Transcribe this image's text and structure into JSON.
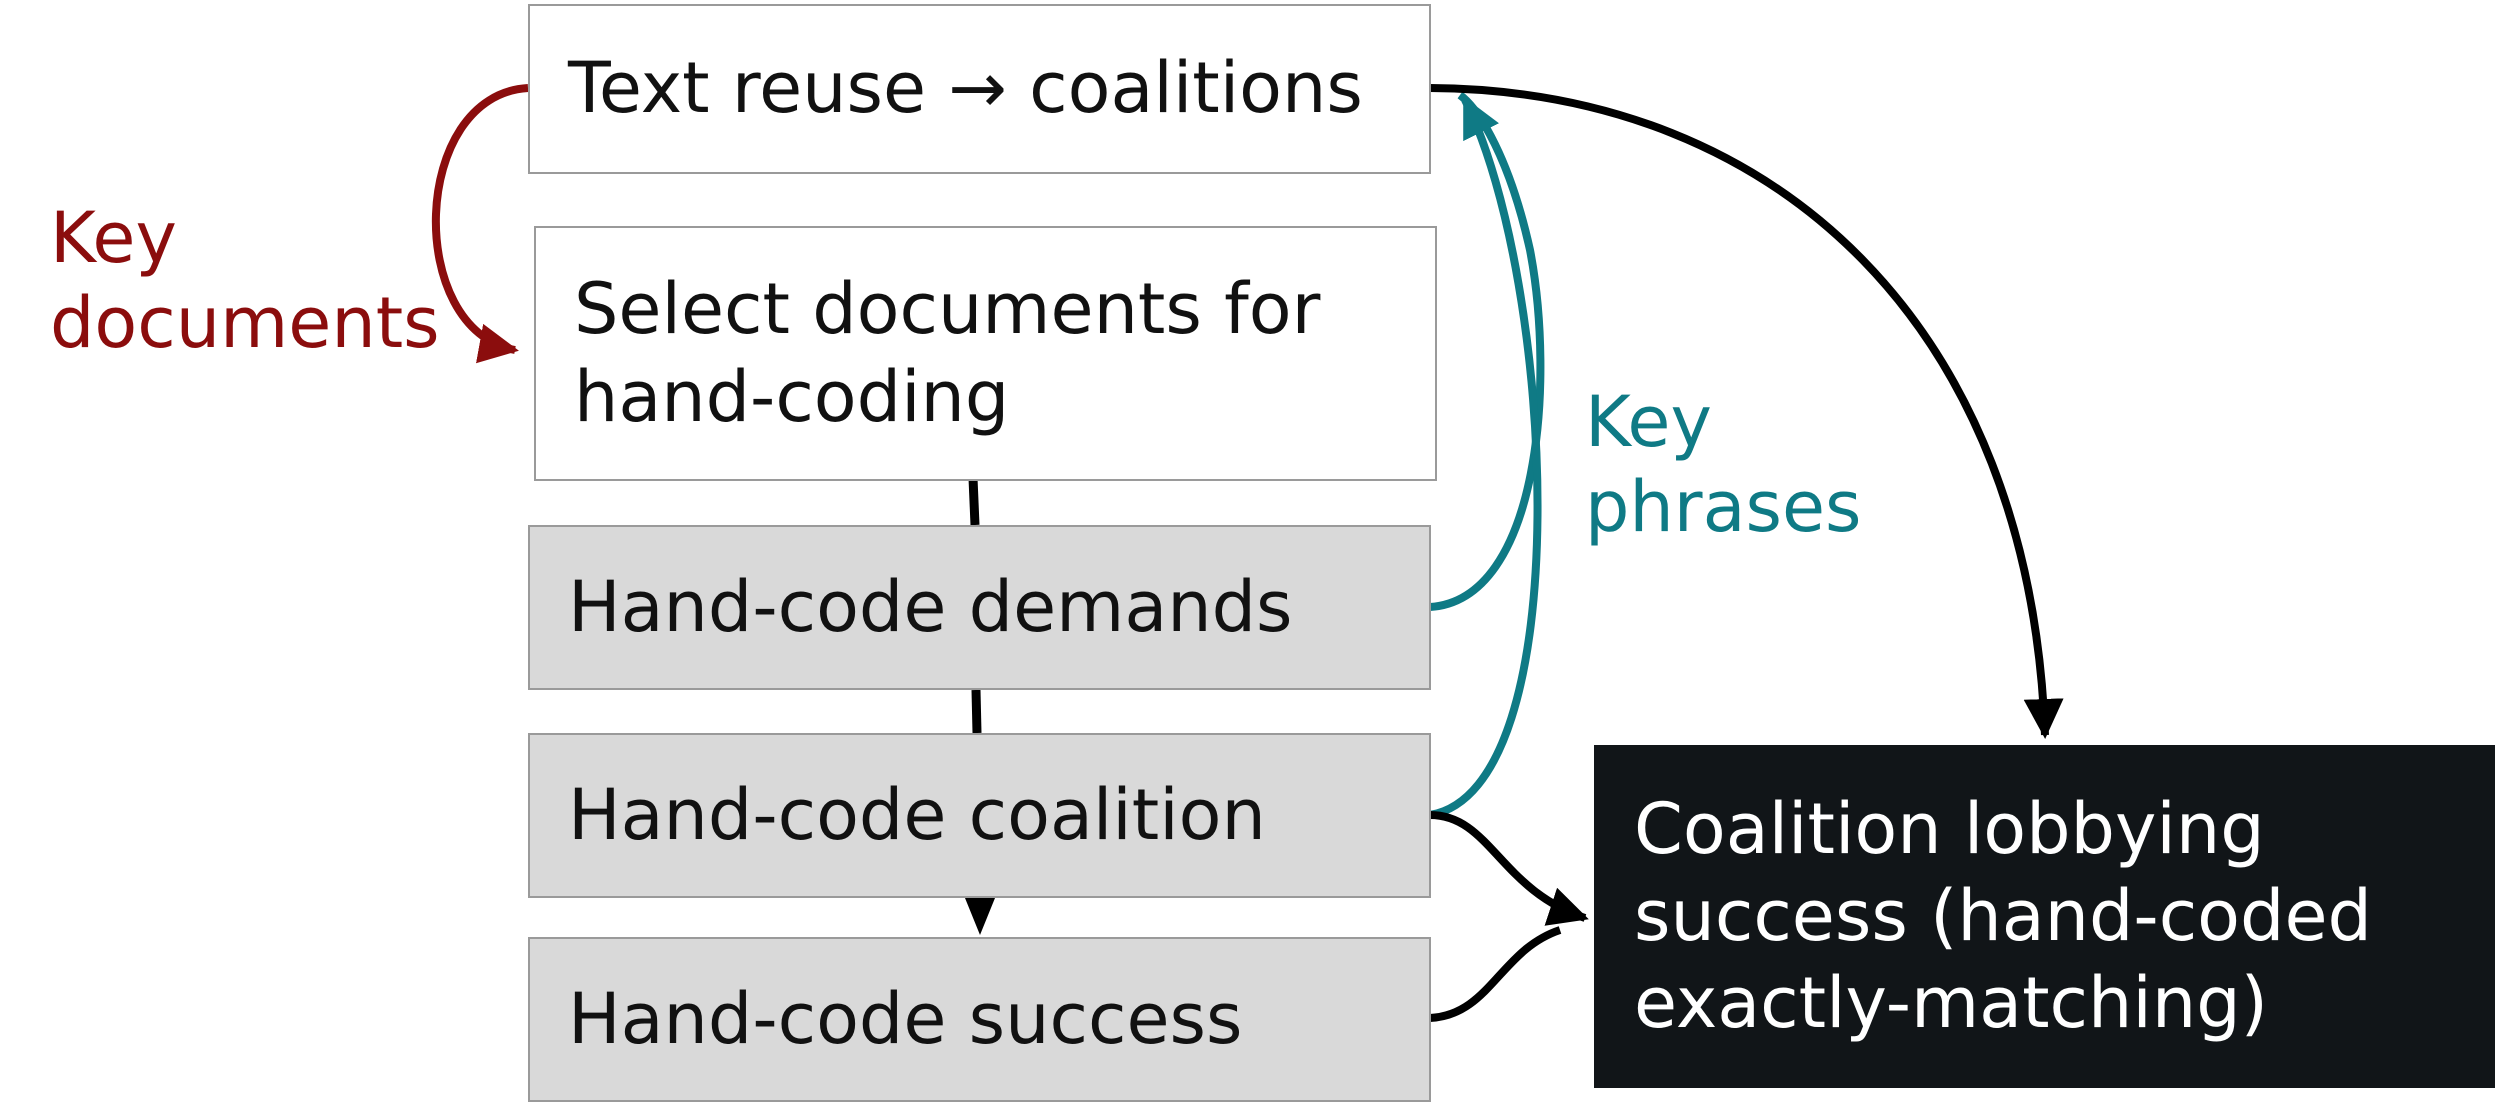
{
  "boxes": {
    "text_reuse": "Text reuse → coalitions",
    "select_docs": "Select documents for\nhand-coding",
    "demands": "Hand-code demands",
    "coalition": "Hand-code coalition",
    "success": "Hand-code success",
    "outcome": "Coalition lobbying\nsuccess (hand-coded\nexactly-matching)"
  },
  "labels": {
    "key_documents": "Key\ndocuments",
    "key_phrases": "Key\nphrases"
  },
  "colors": {
    "key_documents": "#8b0d0d",
    "key_phrases": "#0f7a85",
    "main_flow": "#000000",
    "box_gray": "#d9d9d9",
    "box_dark": "#111518"
  }
}
